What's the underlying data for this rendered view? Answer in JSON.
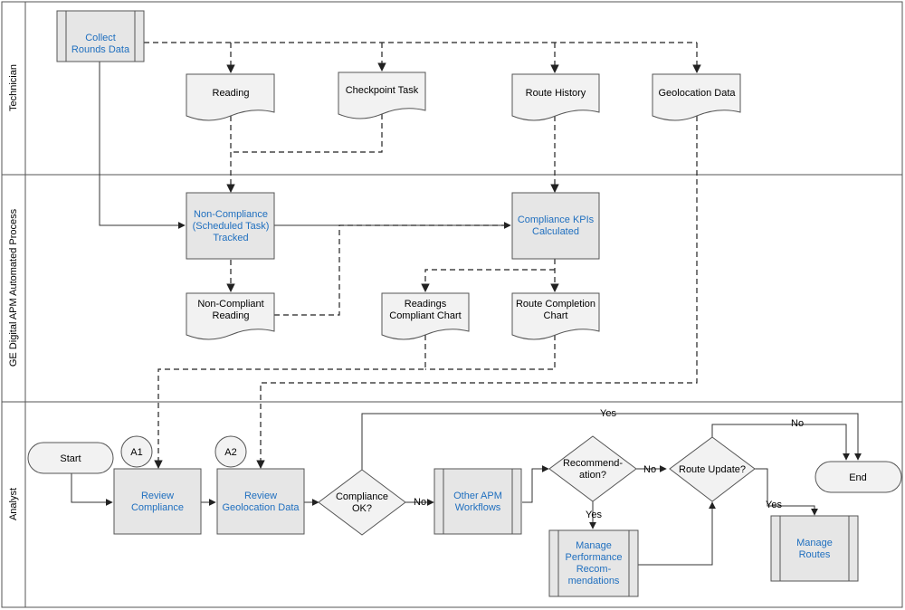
{
  "lanes": {
    "technician": "Technician",
    "automated": "GE Digital APM Automated Process",
    "analyst": "Analyst"
  },
  "nodes": {
    "collect_rounds_data": [
      "Collect",
      "Rounds Data"
    ],
    "reading": [
      "Reading"
    ],
    "checkpoint_task": [
      "Checkpoint Task"
    ],
    "route_history": [
      "Route History"
    ],
    "geolocation_data": [
      "Geolocation Data"
    ],
    "non_compliance_tracked": [
      "Non-Compliance",
      "(Scheduled Task)",
      "Tracked"
    ],
    "compliance_kpis": [
      "Compliance KPIs",
      "Calculated"
    ],
    "non_compliant_reading": [
      "Non-Compliant",
      "Reading"
    ],
    "readings_compliant_chart": [
      "Readings",
      "Compliant Chart"
    ],
    "route_completion_chart": [
      "Route Completion",
      "Chart"
    ],
    "start": [
      "Start"
    ],
    "review_compliance": [
      "Review",
      "Compliance"
    ],
    "review_geolocation": [
      "Review",
      "Geolocation Data"
    ],
    "compliance_ok": [
      "Compliance",
      "OK?"
    ],
    "other_apm_workflows": [
      "Other APM",
      "Workflows"
    ],
    "recommendation": [
      "Recommend-",
      "ation?"
    ],
    "route_update": [
      "Route Update?"
    ],
    "end": [
      "End"
    ],
    "manage_perf_recs": [
      "Manage",
      "Performance",
      "Recom-",
      "mendations"
    ],
    "manage_routes": [
      "Manage",
      "Routes"
    ]
  },
  "connectors": {
    "a1": "A1",
    "a2": "A2"
  },
  "edge_labels": {
    "compliance_no": "No",
    "compliance_yes": "Yes",
    "recommendation_no": "No",
    "recommendation_yes": "Yes",
    "route_update_no": "No",
    "route_update_yes": "Yes"
  }
}
